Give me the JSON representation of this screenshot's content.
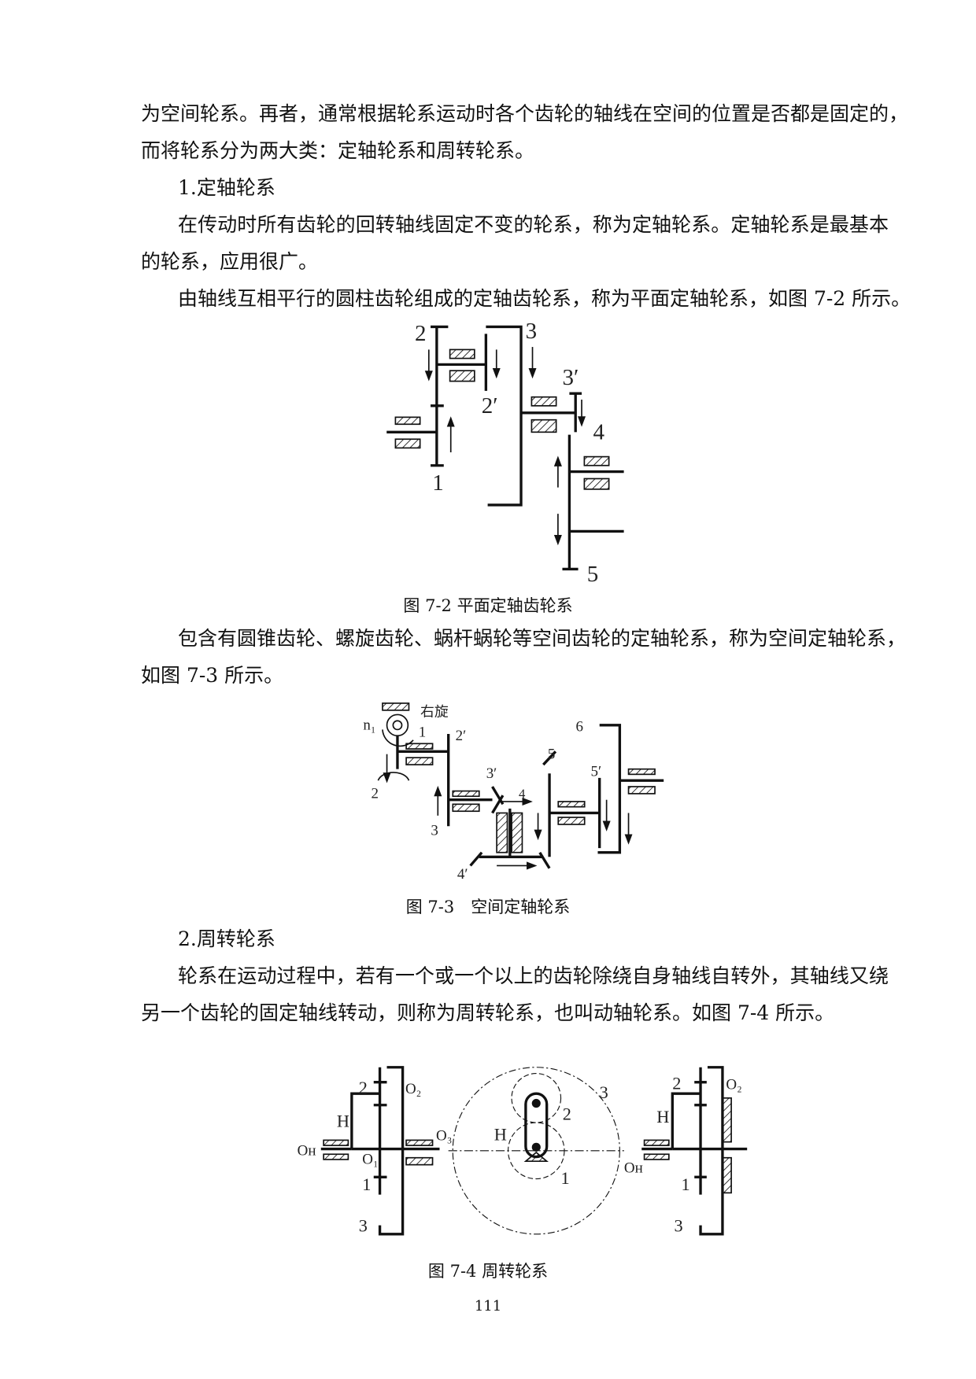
{
  "paragraphs": {
    "p1_line1": "为空间轮系。再者，通常根据轮系运动时各个齿轮的轴线在空间的位置是否都是固定的，",
    "p1_line2": "而将轮系分为两大类：定轴轮系和周转轮系。",
    "h1": "1.定轴轮系",
    "p2_line1": "在传动时所有齿轮的回转轴线固定不变的轮系，称为定轴轮系。定轴轮系是最基本",
    "p2_line2": "的轮系，应用很广。",
    "p3_line1": "由轴线互相平行的圆柱齿轮组成的定轴齿轮系，称为平面定轴轮系，如图 7-2 所示。",
    "p4_line1": "包含有圆锥齿轮、螺旋齿轮、蜗杆蜗轮等空间齿轮的定轴轮系，称为空间定轴轮系，",
    "p4_line2": "如图 7-3 所示。",
    "h2": "2.周转轮系",
    "p5_line1": "轮系在运动过程中，若有一个或一个以上的齿轮除绕自身轴线自转外，其轴线又绕",
    "p5_line2": "另一个齿轮的固定轴线转动，则称为周转轮系，也叫动轴轮系。如图 7-4 所示。"
  },
  "figures": {
    "fig72": {
      "caption": "图 7-2 平面定轴齿轮系",
      "labels": {
        "g1": "1",
        "g2": "2",
        "g2p": "2′",
        "g3": "3",
        "g3p": "3′",
        "g4": "4",
        "g5": "5"
      }
    },
    "fig73": {
      "caption": "图 7-3　空间定轴轮系",
      "labels": {
        "rh": "右旋",
        "n1": "n₁",
        "g1": "1",
        "g2": "2",
        "g2p": "2′",
        "g3": "3",
        "g3p": "3′",
        "g4": "4",
        "g4p": "4′",
        "g5": "5",
        "g5p": "5′",
        "g6": "6"
      }
    },
    "fig74": {
      "caption": "图 7-4 周转轮系",
      "labels": {
        "g1": "1",
        "g2": "2",
        "g3": "3",
        "H": "H",
        "O1": "O₁",
        "O2": "O₂",
        "O3": "O₃",
        "OH": "Oʜ"
      }
    }
  },
  "page_number": "111"
}
